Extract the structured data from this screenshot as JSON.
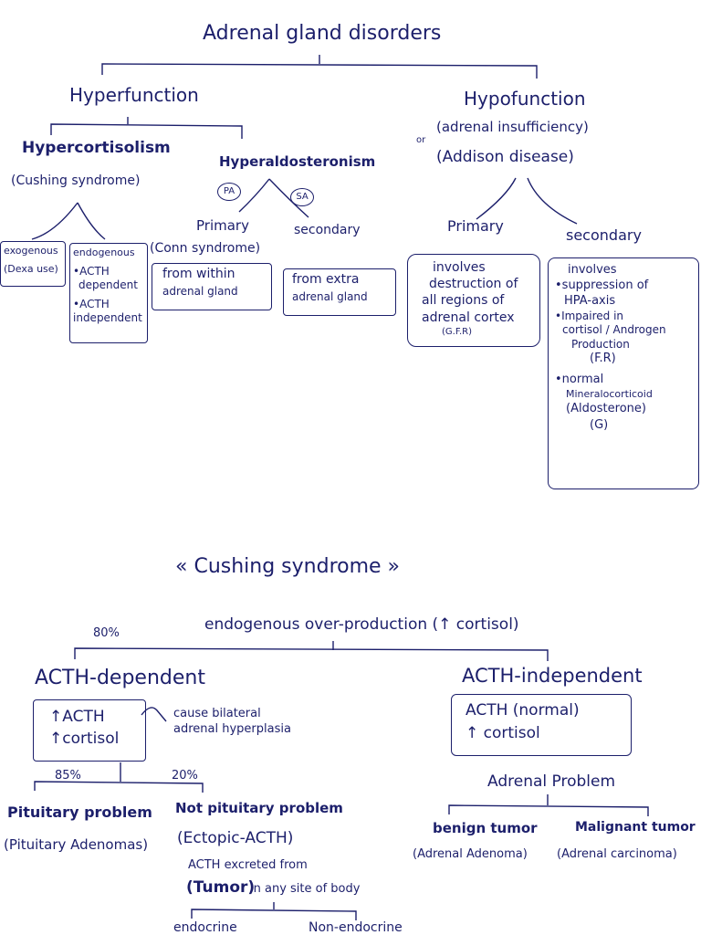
{
  "top": {
    "title": "Adrenal gland disorders",
    "hyperfunction": "Hyperfunction",
    "hypofunction": "Hypofunction",
    "or_label": "or",
    "adrenal_insufficiency": "(adrenal insufficiency)",
    "addison": "(Addison disease)",
    "hypercortisolism": "Hypercortisolism",
    "cushing_syndrome": "(Cushing syndrome)",
    "hyperaldosteronism": "Hyperaldosteronism",
    "pa": "PA",
    "sa": "SA",
    "primary_aldo": "Primary",
    "conn_syndrome": "(Conn syndrome)",
    "secondary_aldo": "secondary",
    "exogenous": "exogenous",
    "dexa_use": "(Dexa use)",
    "endogenous": "endogenous",
    "endogenous_items": [
      "•ACTH",
      "dependent",
      "•ACTH",
      "independent"
    ],
    "from_within": [
      "from within",
      "adrenal gland"
    ],
    "from_extra": [
      "from extra",
      "adrenal gland"
    ],
    "primary_hypo": "Primary",
    "secondary_hypo": "secondary",
    "primary_box": [
      "involves",
      "destruction of",
      "all regions of",
      "adrenal cortex",
      "(G.F.R)"
    ],
    "secondary_box": [
      "involves",
      "•suppression of",
      "HPA-axis",
      "•Impaired in",
      "cortisol / Androgen",
      "Production",
      "(F.R)",
      "•normal",
      "Mineralocorticoid",
      "(Aldosterone)",
      "(G)"
    ]
  },
  "cushing": {
    "title": "« Cushing syndrome »",
    "subtitle": "endogenous over-production (↑ cortisol)",
    "pct_80": "80%",
    "acth_dependent": "ACTH-dependent",
    "acth_independent": "ACTH-independent",
    "dep_box": [
      "↑ACTH",
      "↑cortisol"
    ],
    "dep_note": [
      "cause bilateral",
      "adrenal hyperplasia"
    ],
    "indep_box": [
      "ACTH (normal)",
      "↑ cortisol"
    ],
    "pct_85": "85%",
    "pct_20": "20%",
    "pituitary_problem": "Pituitary problem",
    "pituitary_adenomas": "(Pituitary Adenomas)",
    "not_pituitary": "Not pituitary problem",
    "ectopic_acth": "(Ectopic-ACTH)",
    "acth_excreted": "ACTH excreted from",
    "tumor": "(Tumor)",
    "any_site": "in any site of body",
    "endocrine": "endocrine",
    "non_endocrine": "Non-endocrine",
    "adrenal_problem": "Adrenal Problem",
    "benign_tumor": "benign tumor",
    "adrenal_adenoma": "(Adrenal Adenoma)",
    "malignant_tumor": "Malignant tumor",
    "adrenal_carcinoma": "(Adrenal carcinoma)"
  }
}
